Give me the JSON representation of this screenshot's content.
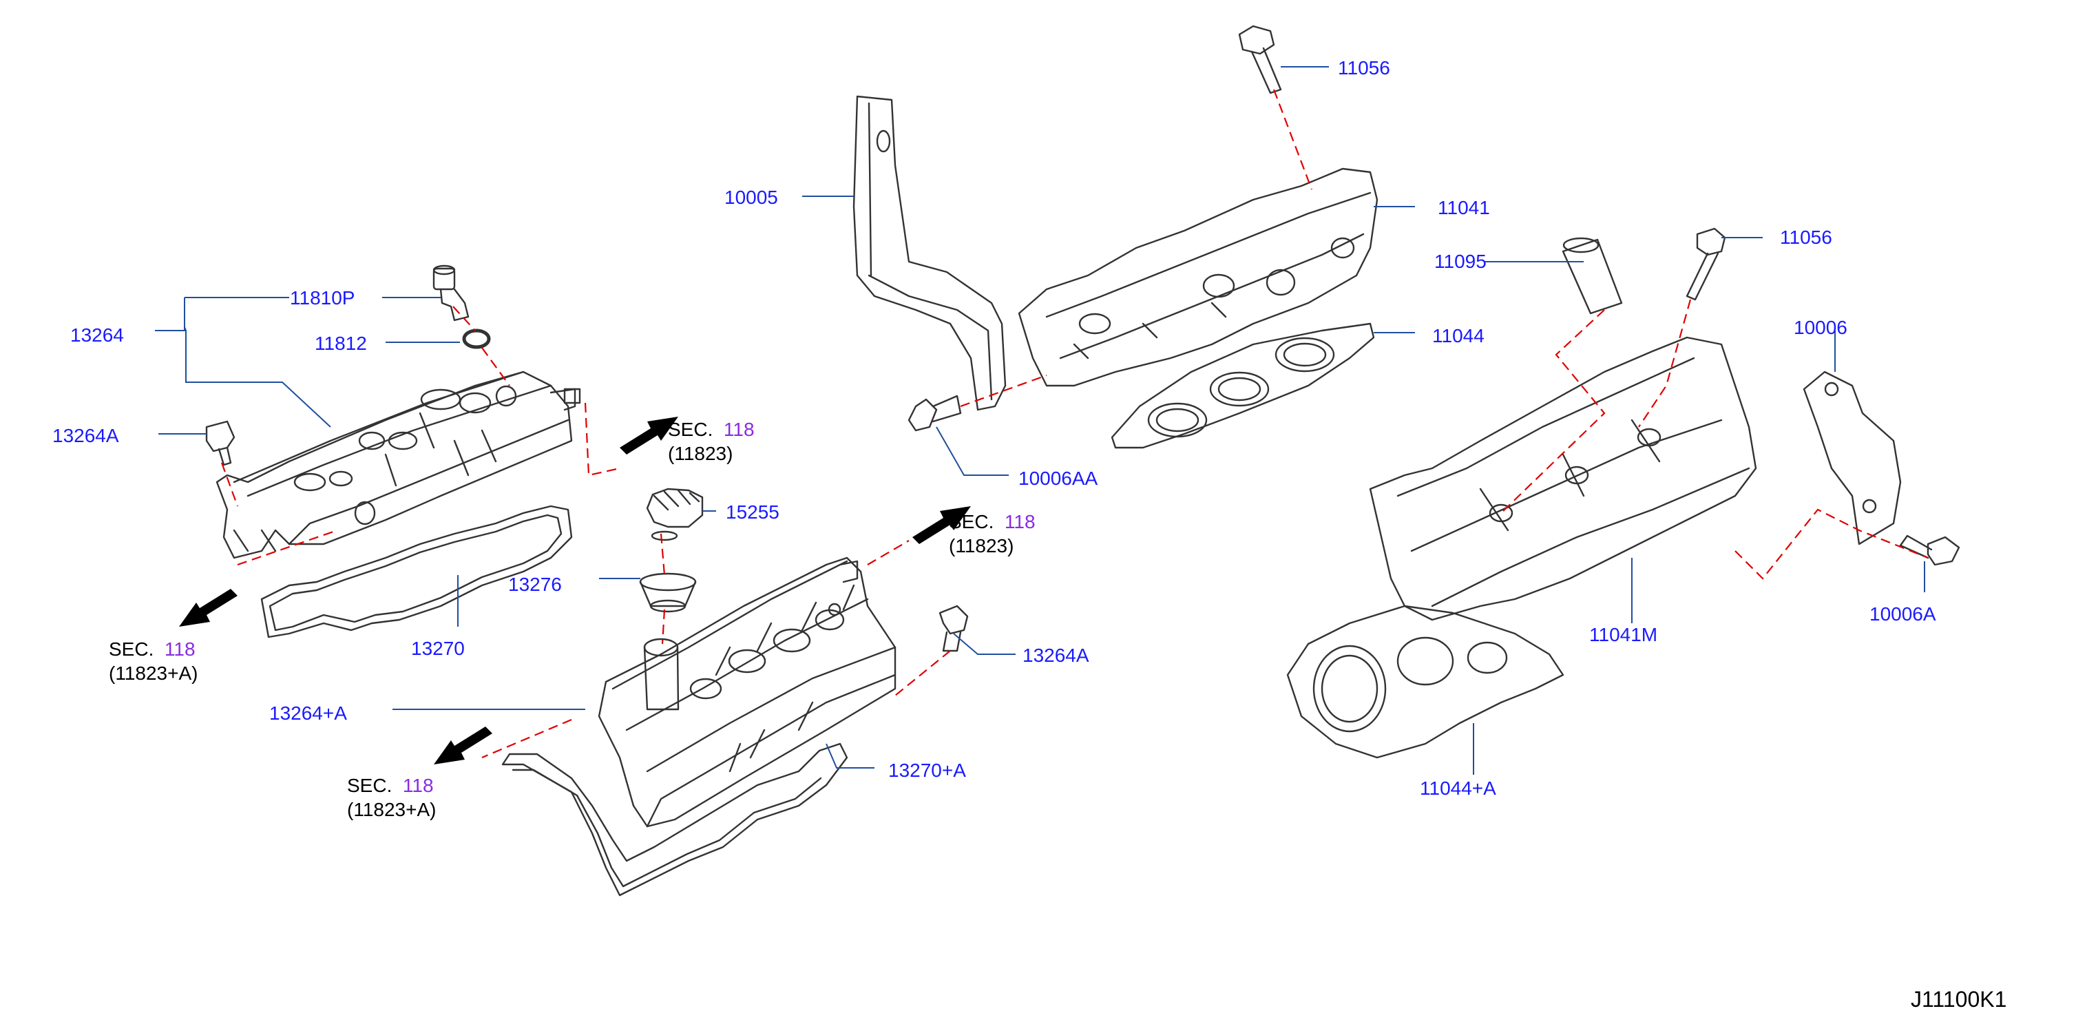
{
  "colors": {
    "part_number": "#1a1aff",
    "section_ref": "#8a2be2",
    "leader_line": "#1f4f9f",
    "hidden_line": "#e00000",
    "outline": "#333333"
  },
  "part_labels": {
    "p11056_top": "11056",
    "p10005": "10005",
    "p11041": "11041",
    "p11095": "11095",
    "p11056_right": "11056",
    "p10006": "10006",
    "p11044": "11044",
    "p11810P": "11810P",
    "p13264": "13264",
    "p11812": "11812",
    "p13264A_left": "13264A",
    "p10006AA": "10006AA",
    "p15255": "15255",
    "p13276": "13276",
    "p13270": "13270",
    "p13264A_mid": "13264A",
    "p11041M": "11041M",
    "p10006A": "10006A",
    "p13264pA": "13264+A",
    "p13270pA": "13270+A",
    "p11044pA": "11044+A"
  },
  "section_refs": [
    {
      "sec": "SEC.",
      "num": "118",
      "ref": "(11823)"
    },
    {
      "sec": "SEC.",
      "num": "118",
      "ref": "(11823)"
    },
    {
      "sec": "SEC.",
      "num": "118",
      "ref": "(11823+A)"
    },
    {
      "sec": "SEC.",
      "num": "118",
      "ref": "(11823+A)"
    }
  ],
  "diagram_code": "J11100K1",
  "icons": [
    "arrow-icon",
    "bolt-icon",
    "o-ring-icon",
    "valve-icon",
    "oil-cap-icon"
  ]
}
